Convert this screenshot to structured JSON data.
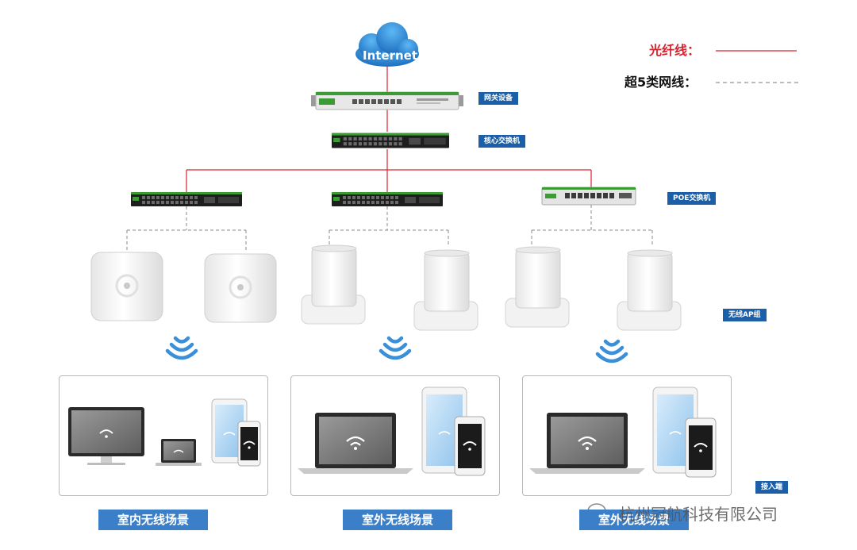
{
  "internet": {
    "label": "Internet"
  },
  "legend": {
    "fiber": {
      "label": "光纤线：",
      "color": "#d9232e"
    },
    "cat5e": {
      "label": "超5类网线：",
      "color": "#7a7a7a"
    }
  },
  "tiers": {
    "gateway": "网关设备",
    "core": "核心交换机",
    "poe": "POE交换机",
    "ap_group": "无线AP组",
    "access": "接入端"
  },
  "scenes": [
    {
      "label": "室内无线场景"
    },
    {
      "label": "室外无线场景"
    },
    {
      "label": "室外无线场景"
    }
  ],
  "watermark": "杭州冠航科技有限公司",
  "colors": {
    "tag_bg": "#1a5fa8",
    "scene_label_bg": "#3c7fc9",
    "wifi_blue": "#3a8fd9",
    "switch_green": "#3d9b35"
  },
  "icons": {
    "cloud": "cloud-icon",
    "gateway": "gateway-router-icon",
    "switch": "network-switch-icon",
    "ceiling_ap": "ceiling-ap-icon",
    "outdoor_ap": "outdoor-ap-icon",
    "wifi": "wifi-signal-icon",
    "monitor": "desktop-monitor-icon",
    "laptop": "laptop-icon",
    "tablet": "tablet-icon",
    "phone": "smartphone-icon",
    "wechat": "wechat-icon"
  }
}
